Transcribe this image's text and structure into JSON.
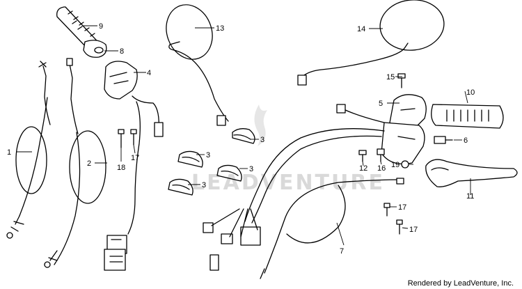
{
  "watermark": {
    "text": "LEADVENTURE"
  },
  "credit": "Rendered by LeadVenture, Inc.",
  "callouts": {
    "c1": "1",
    "c2": "2",
    "c3a": "3",
    "c3b": "3",
    "c3c": "3",
    "c3d": "3",
    "c4": "4",
    "c5": "5",
    "c6": "6",
    "c7": "7",
    "c8": "8",
    "c9": "9",
    "c10": "10",
    "c11": "11",
    "c12": "12",
    "c13": "13",
    "c14": "14",
    "c15": "15",
    "c16": "16",
    "c17a": "17",
    "c17b": "17",
    "c17c": "17",
    "c18": "18",
    "c19": "19"
  }
}
